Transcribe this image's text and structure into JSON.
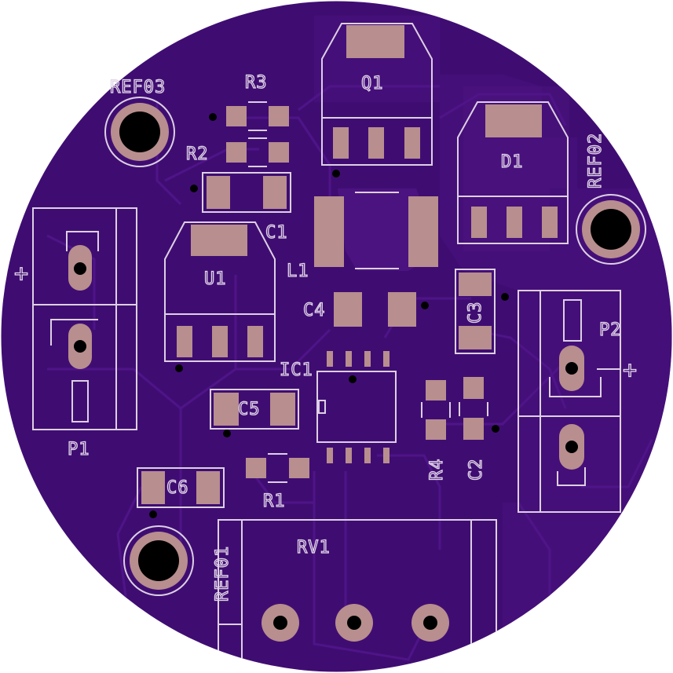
{
  "board": {
    "colors": {
      "substrate": "#3f0d72",
      "copper_fill": "#4b137f",
      "copper_trace": "#57189a",
      "silkscreen": "#e2d6e8",
      "pad": "#b88e8e",
      "hole": "#000000"
    },
    "labels": {
      "ref03": "REF03",
      "ref02": "REF02",
      "ref01": "REF01",
      "q1": "Q1",
      "d1": "D1",
      "r3": "R3",
      "r2": "R2",
      "r1": "R1",
      "r4": "R4",
      "c1": "C1",
      "c2": "C2",
      "c3": "C3",
      "c4": "C4",
      "c5": "C5",
      "c6": "C6",
      "l1": "L1",
      "u1": "U1",
      "ic1": "IC1",
      "p1": "P1",
      "p2": "P2",
      "rv1": "RV1",
      "plus_left": "+",
      "plus_right": "+"
    }
  }
}
